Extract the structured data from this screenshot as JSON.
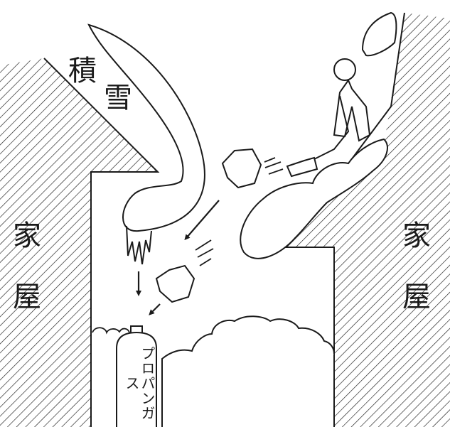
{
  "labels": {
    "snow_char1": "積",
    "snow_char2": "雪",
    "house_left_char1": "家",
    "house_left_char2": "屋",
    "house_right_char1": "家",
    "house_right_char2": "屋",
    "gas_tank": "プロパンガス"
  },
  "colors": {
    "line": "#1a1a1a",
    "background": "#ffffff"
  }
}
